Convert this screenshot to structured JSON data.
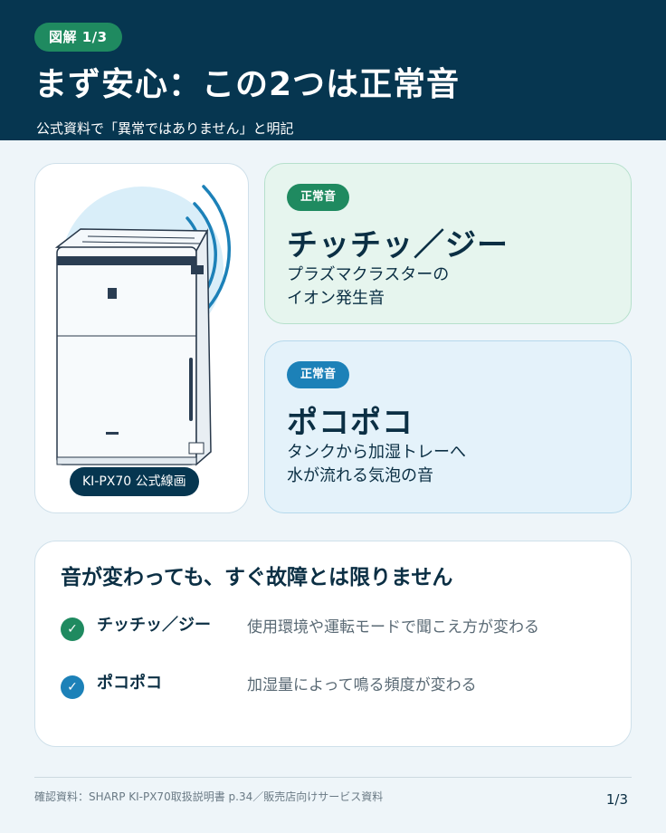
{
  "header": {
    "step_badge": "図解 1/3",
    "title": "まず安心：この2つは正常音",
    "subtitle": "公式資料で「異常ではありません」と明記"
  },
  "product": {
    "caption": "KI-PX70 公式線画",
    "icon": "air-purifier-icon"
  },
  "sounds": [
    {
      "tag": "正常音",
      "name": "チッチッ／ジー",
      "description": "プラズマクラスターの\nイオン発生音",
      "color": "#1f8a60"
    },
    {
      "tag": "正常音",
      "name": "ポコポコ",
      "description": "タンクから加湿トレーへ\n水が流れる気泡の音",
      "color": "#1c81b8"
    }
  ],
  "note": {
    "title": "音が変わっても、すぐ故障とは限りません",
    "rows": [
      {
        "check": "✓",
        "name": "チッチッ／ジー",
        "text": "使用環境や運転モードで聞こえ方が変わる"
      },
      {
        "check": "✓",
        "name": "ポコポコ",
        "text": "加湿量によって鳴る頻度が変わる"
      }
    ]
  },
  "footer": {
    "source": "確認資料：SHARP KI-PX70取扱説明書 p.34／販売店向けサービス資料",
    "page": "1/3"
  },
  "colors": {
    "header_bg": "#063650",
    "green": "#1f8a60",
    "blue": "#1c81b8"
  }
}
